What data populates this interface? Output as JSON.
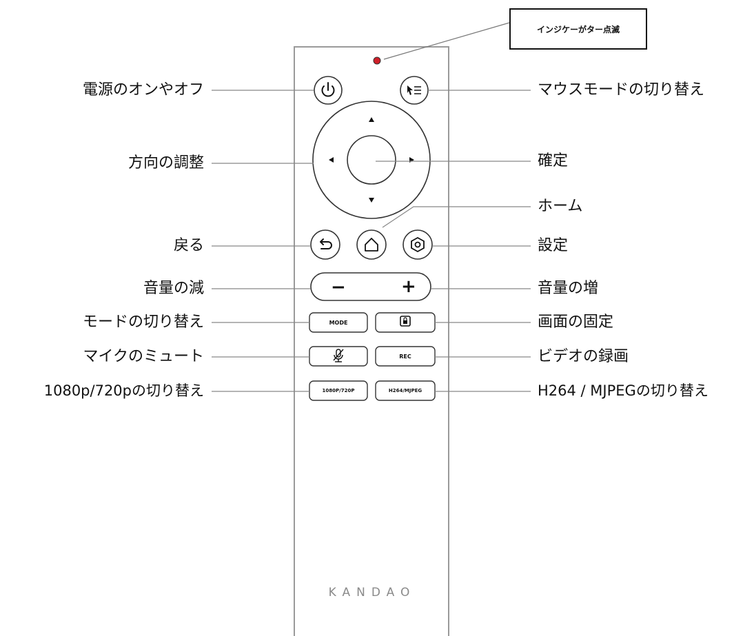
{
  "indicator_callout": "インジケーがター点滅",
  "left_labels": {
    "power": "電源のオンやオフ",
    "direction": "方向の調整",
    "back": "戻る",
    "volume_down": "音量の減",
    "mode_switch": "モードの切り替え",
    "mic_mute": "マイクのミュート",
    "resolution_switch": "1080p/720pの切り替え"
  },
  "right_labels": {
    "mouse_mode": "マウスモードの切り替え",
    "ok": "確定",
    "home": "ホーム",
    "settings": "設定",
    "volume_up": "音量の増",
    "screen_lock": "画面の固定",
    "record": "ビデオの録画",
    "codec_switch": "H264 / MJPEGの切り替え"
  },
  "buttons": {
    "mode": "MODE",
    "rec": "REC",
    "res": "1080P/720P",
    "codec": "H264/MJPEG",
    "minus": "−",
    "plus": "+"
  },
  "brand": "KANDAO",
  "icons": {
    "power": "power-icon",
    "mouse": "mouse-pointer-icon",
    "back": "back-arrow-icon",
    "home": "home-icon",
    "settings": "gear-icon",
    "lock": "lock-icon",
    "mic": "mic-mute-icon"
  },
  "colors": {
    "indicator_led": "#d0202a",
    "outline": "#333333",
    "remote_body": "#9a9a9a"
  }
}
